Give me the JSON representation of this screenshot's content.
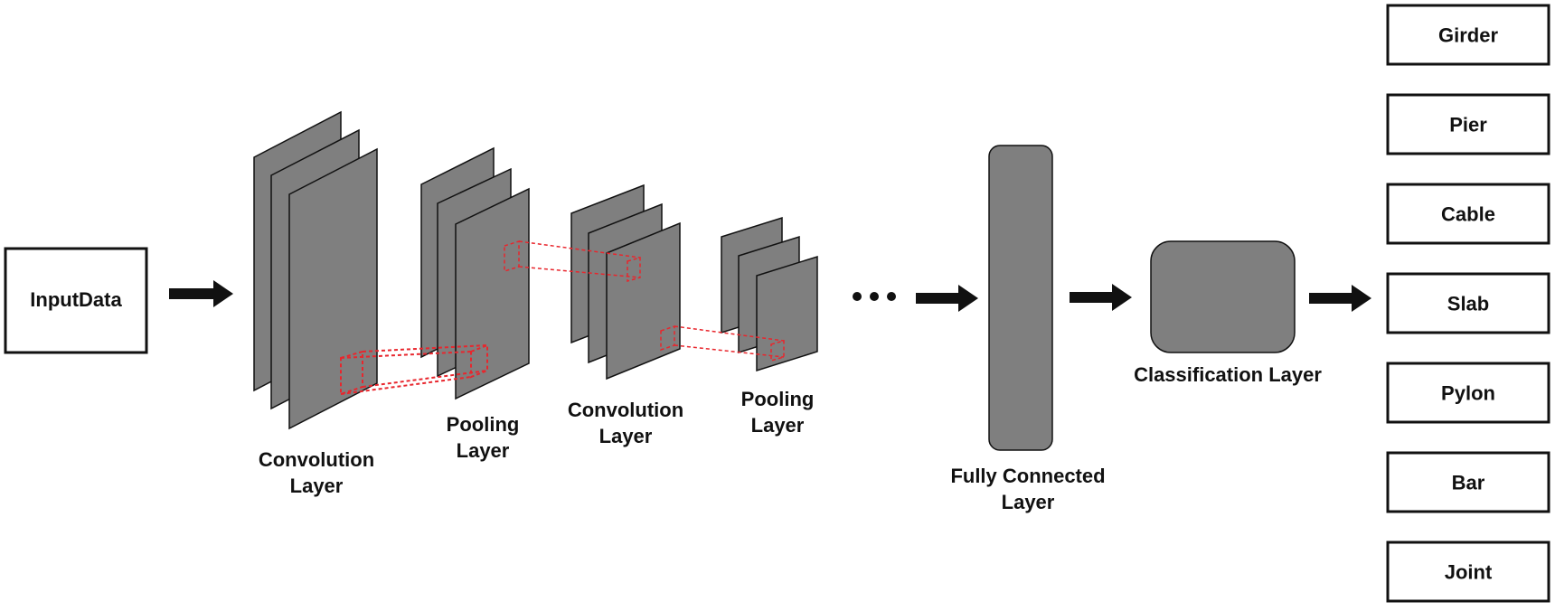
{
  "input": {
    "label": "InputData"
  },
  "layers": {
    "conv1": {
      "line1": "Convolution",
      "line2": "Layer"
    },
    "pool1": {
      "line1": "Pooling",
      "line2": "Layer"
    },
    "conv2": {
      "line1": "Convolution",
      "line2": "Layer"
    },
    "pool2": {
      "line1": "Pooling",
      "line2": "Layer"
    },
    "fc": {
      "line1": "Fully Connected",
      "line2": "Layer"
    },
    "classification": {
      "label": "Classification Layer"
    }
  },
  "outputs": [
    "Girder",
    "Pier",
    "Cable",
    "Slab",
    "Pylon",
    "Bar",
    "Joint"
  ],
  "colors": {
    "layer_fill": "#7f7f7f",
    "stroke": "#111111",
    "highlight": "#e8262d"
  }
}
